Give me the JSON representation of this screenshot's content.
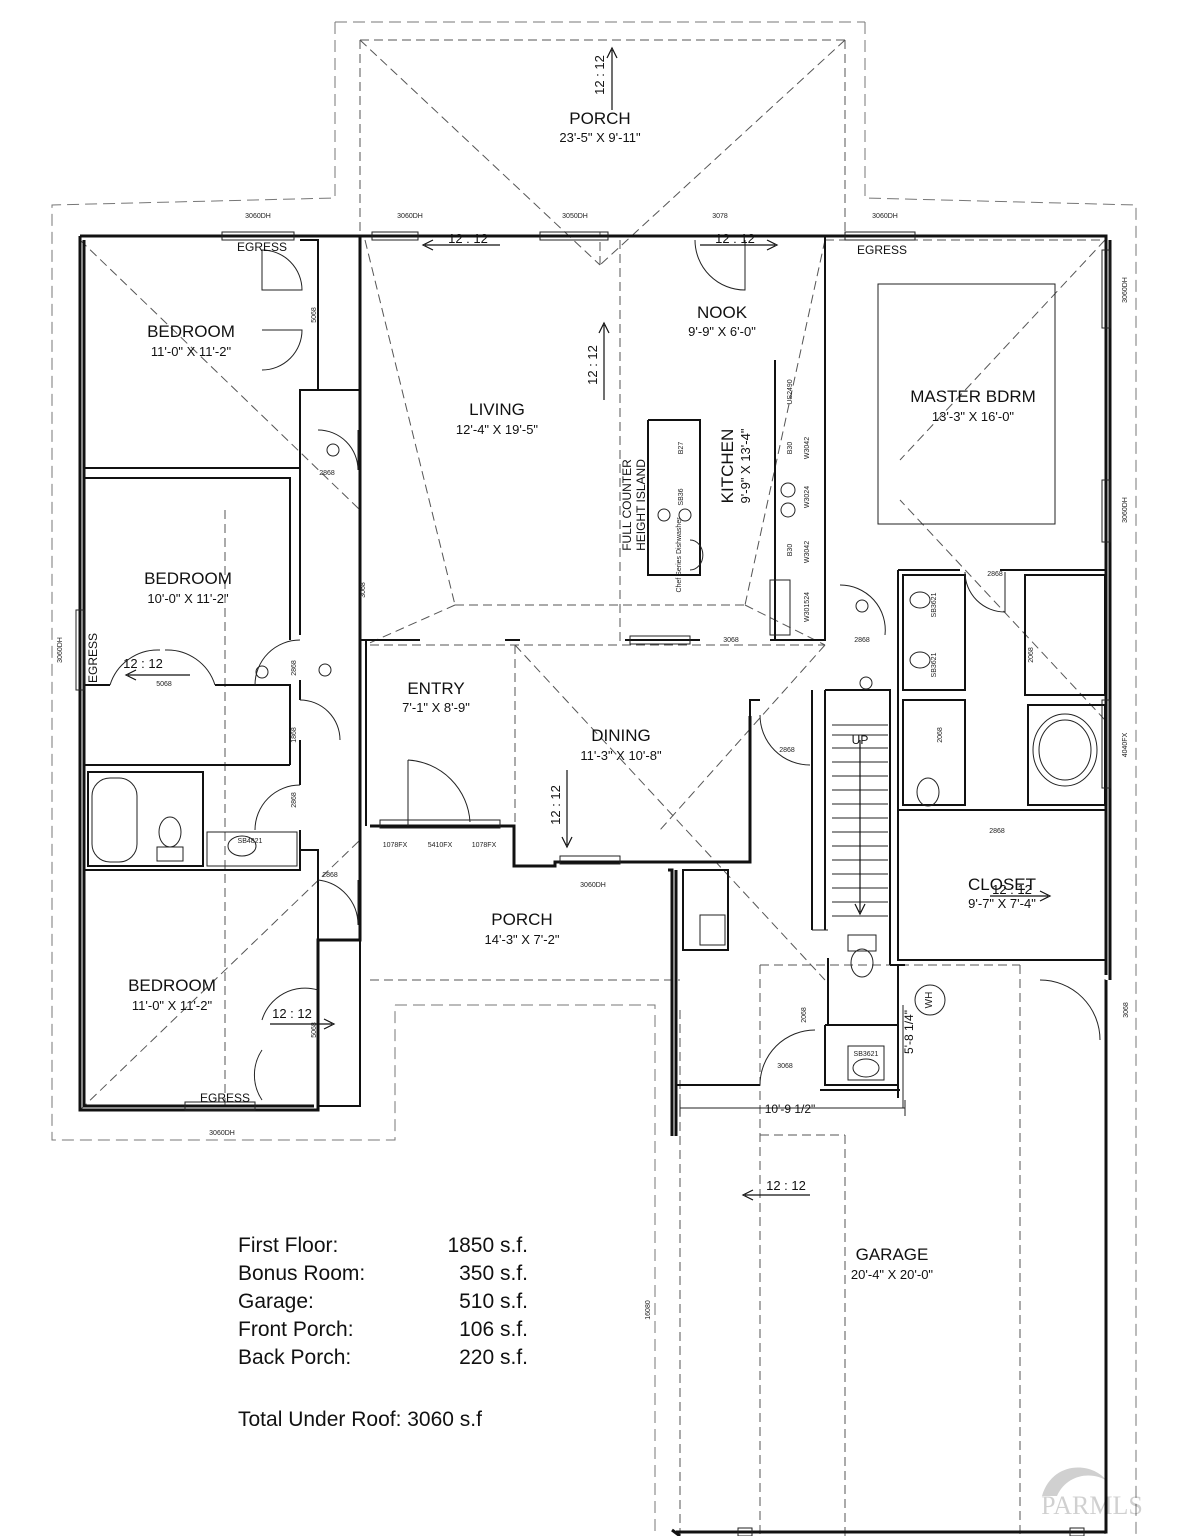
{
  "rooms": {
    "porch_back": {
      "name": "PORCH",
      "size": "23'-5\" X 9'-11\""
    },
    "bedroom_1": {
      "name": "BEDROOM",
      "size": "11'-0\" X 11'-2\""
    },
    "bedroom_2": {
      "name": "BEDROOM",
      "size": "10'-0\" X 11'-2\""
    },
    "bedroom_3": {
      "name": "BEDROOM",
      "size": "11'-0\" X 11'-2\""
    },
    "living": {
      "name": "LIVING",
      "size": "12'-4\" X 19'-5\""
    },
    "nook": {
      "name": "NOOK",
      "size": "9'-9\" X 6'-0\""
    },
    "kitchen": {
      "name": "KITCHEN",
      "size": "9'-9\" X 13'-4\""
    },
    "master": {
      "name": "MASTER BDRM",
      "size": "13'-3\" X 16'-0\""
    },
    "entry": {
      "name": "ENTRY",
      "size": "7'-1\" X 8'-9\""
    },
    "dining": {
      "name": "DINING",
      "size": "11'-3\" X 10'-8\""
    },
    "porch_front": {
      "name": "PORCH",
      "size": "14'-3\" X 7'-2\""
    },
    "closet": {
      "name": "CLOSET",
      "size": "9'-7\" X 7'-4\""
    },
    "garage": {
      "name": "GARAGE",
      "size": "20'-4\" X 20'-0\""
    }
  },
  "labels": {
    "egress": "EGRESS",
    "pitch": "12 : 12",
    "island_1": "FULL COUNTER",
    "island_2": "HEIGHT ISLAND",
    "up": "UP",
    "wh": "WH",
    "dim_garage_width": "10'-9 1/2\"",
    "dim_garage_depth": "5'-8 1/4\""
  },
  "codes": {
    "w3060dh": "3060DH",
    "w3050dh": "3050DH",
    "d3078": "3078",
    "d5068": "5068",
    "d2868": "2868",
    "d3068": "3068",
    "d1868": "1868",
    "d2068": "2068",
    "w1078fx": "1078FX",
    "w5410fx": "5410FX",
    "w4040fx": "4040FX",
    "d16080": "16080",
    "sb4821": "SB4821",
    "sb3621": "SB3621",
    "us2490": "US2490",
    "b27": "B27",
    "b30": "B30",
    "sb36": "SB36",
    "w3042": "W3042",
    "w3024": "W3024",
    "w301524": "W301524",
    "dishwasher": "Chef Series Dishwasher"
  },
  "areas": [
    {
      "label": "First Floor:",
      "value": "1850 s.f."
    },
    {
      "label": "Bonus Room:",
      "value": "350 s.f."
    },
    {
      "label": "Garage:",
      "value": "510 s.f."
    },
    {
      "label": "Front Porch:",
      "value": "106 s.f."
    },
    {
      "label": "Back Porch:",
      "value": "220 s.f."
    }
  ],
  "total": "Total Under Roof: 3060 s.f"
}
